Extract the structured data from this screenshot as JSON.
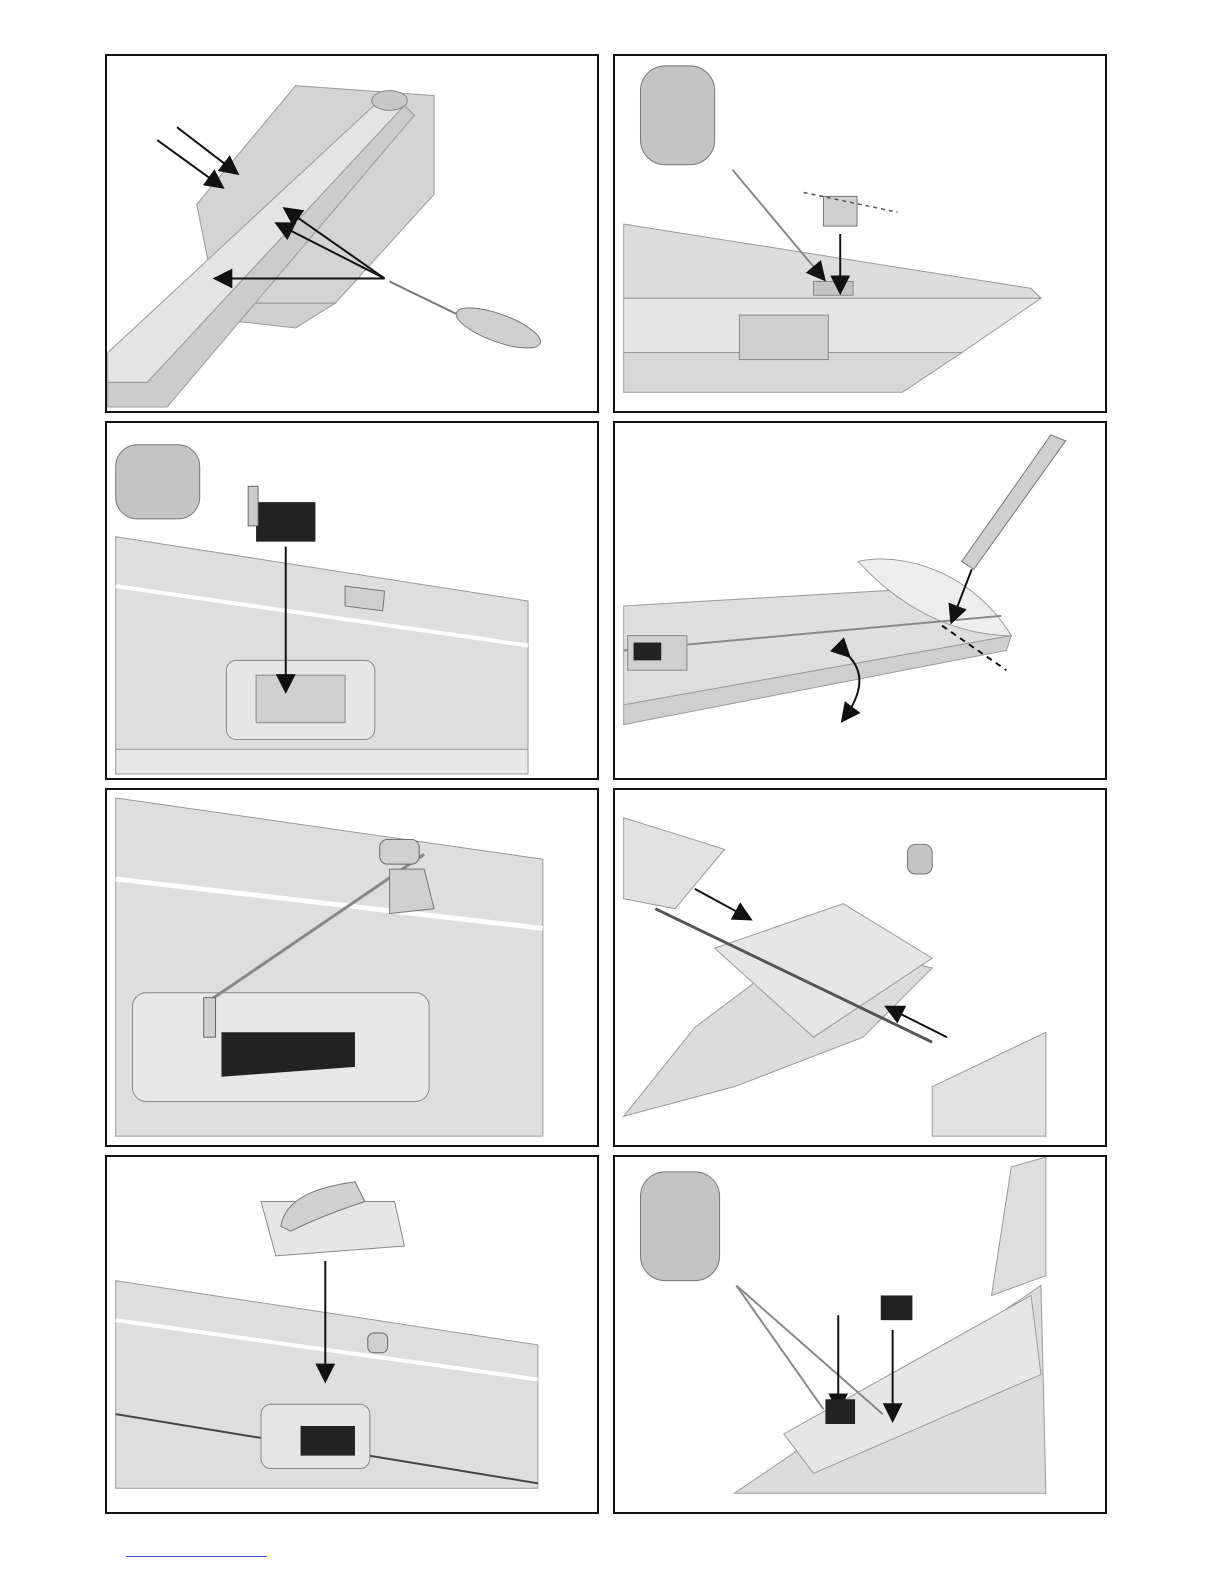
{
  "page": {
    "panels": [
      {
        "id": 1,
        "illustration": "fuselage-glue-points"
      },
      {
        "id": 2,
        "illustration": "control-horn-install"
      },
      {
        "id": 3,
        "illustration": "servo-install"
      },
      {
        "id": 4,
        "illustration": "aileron-hinge-cut"
      },
      {
        "id": 5,
        "illustration": "pushrod-connection"
      },
      {
        "id": 6,
        "illustration": "wing-joiner-assembly"
      },
      {
        "id": 7,
        "illustration": "servo-cover-install"
      },
      {
        "id": 8,
        "illustration": "fuselage-clip-install"
      }
    ],
    "colors": {
      "border": "#111111",
      "part": "#e1e1e1",
      "part_dark": "#bdbdbd",
      "servo": "#222222",
      "link": "#3b5bbf"
    }
  }
}
